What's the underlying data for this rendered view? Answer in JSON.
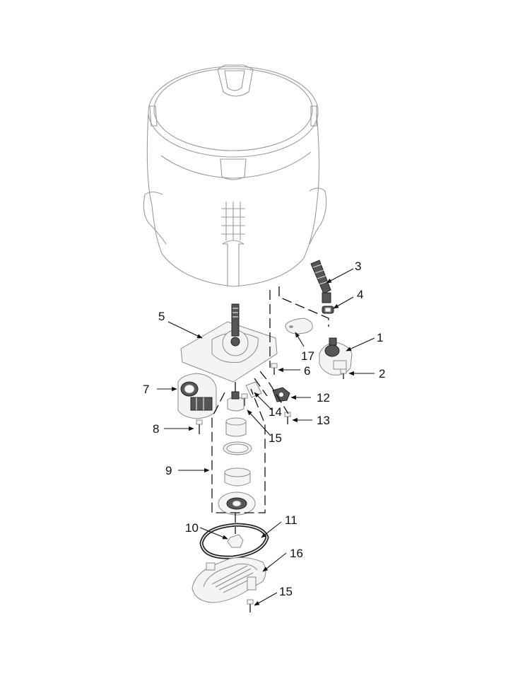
{
  "callouts": {
    "c1": "1",
    "c2": "2",
    "c3": "3",
    "c4": "4",
    "c5": "5",
    "c6": "6",
    "c7": "7",
    "c8": "8",
    "c9": "9",
    "c10": "10",
    "c11": "11",
    "c12": "12",
    "c13": "13",
    "c14": "14",
    "c15a": "15",
    "c15b": "15",
    "c16": "16",
    "c17": "17"
  }
}
